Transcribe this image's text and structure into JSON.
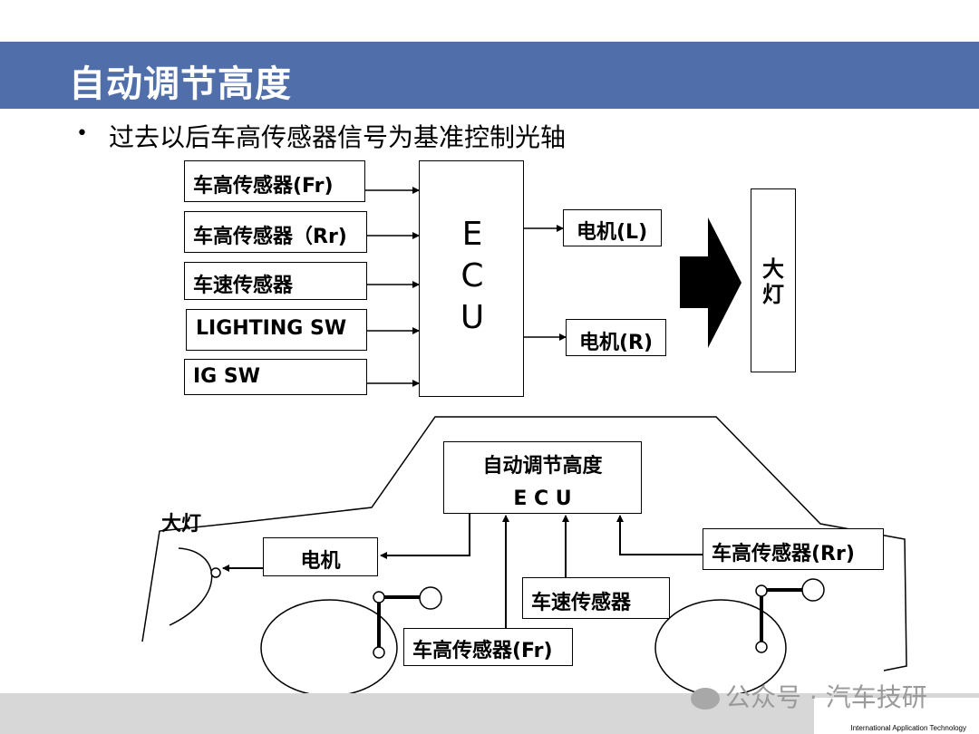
{
  "slide": {
    "title": "自动调节高度",
    "bullet": "过去以后车高传感器信号为基准控制光轴"
  },
  "block_diagram": {
    "inputs": [
      "车高传感器(Fr)",
      "车高传感器（Rr)",
      "车速传感器",
      "LIGHTING SW",
      "IG SW"
    ],
    "ecu_letters": [
      "E",
      "C",
      "U"
    ],
    "outputs": [
      "电机(L)",
      "电机(R)"
    ],
    "lamp": [
      "大",
      "灯"
    ]
  },
  "car_diagram": {
    "ecu_title": "自动调节高度",
    "ecu_label": "E C U",
    "headlamp_label": "大灯",
    "motor_label": "电机",
    "sensor_rr": "车高传感器(Rr)",
    "speed_sensor": "车速传感器",
    "sensor_fr": "车高传感器(Fr)"
  },
  "footer": {
    "watermark": "公众号 · 汽车技研",
    "tagline": "International Application Technology"
  }
}
